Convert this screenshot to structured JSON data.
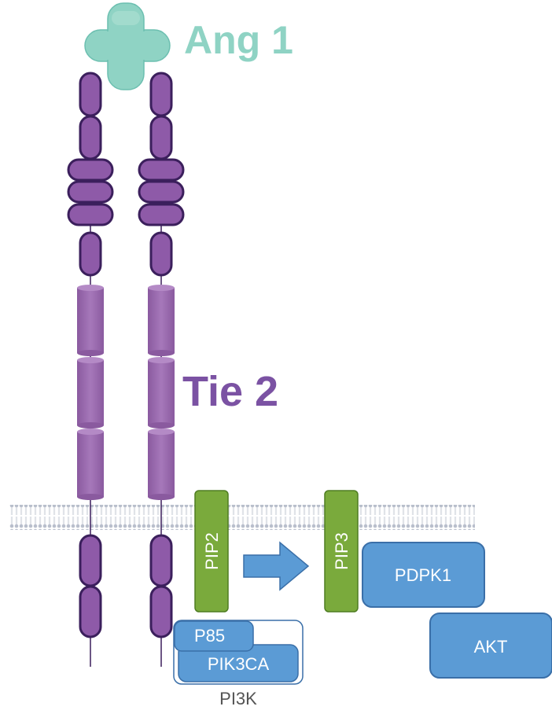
{
  "labels": {
    "ligand": "Ang 1",
    "receptor": "Tie 2",
    "pip2": "PIP2",
    "pip3": "PIP3",
    "pdpk1": "PDPK1",
    "akt": "AKT",
    "p85": "P85",
    "pik3ca": "PIK3CA",
    "pi3k": "PI3K"
  },
  "colors": {
    "ligand": "#8fd3c4",
    "ligand_stroke": "#5fb3a3",
    "receptor_label": "#7b52a3",
    "receptor_domain": "#8e5aa8",
    "receptor_stroke": "#3b1f5c",
    "receptor_cylinder": "#9a6aae",
    "lipid": "#7aaa3c",
    "protein": "#5b9bd5",
    "protein_stroke": "#3a6fa8",
    "membrane": "#c9cdd6",
    "text_gray": "#555555"
  },
  "icons": {
    "ligand_shape": "cross-ligand-icon",
    "receptor_domains": "oval-domain-icon",
    "membrane": "lipid-bilayer-icon",
    "arrow": "right-arrow-icon"
  }
}
